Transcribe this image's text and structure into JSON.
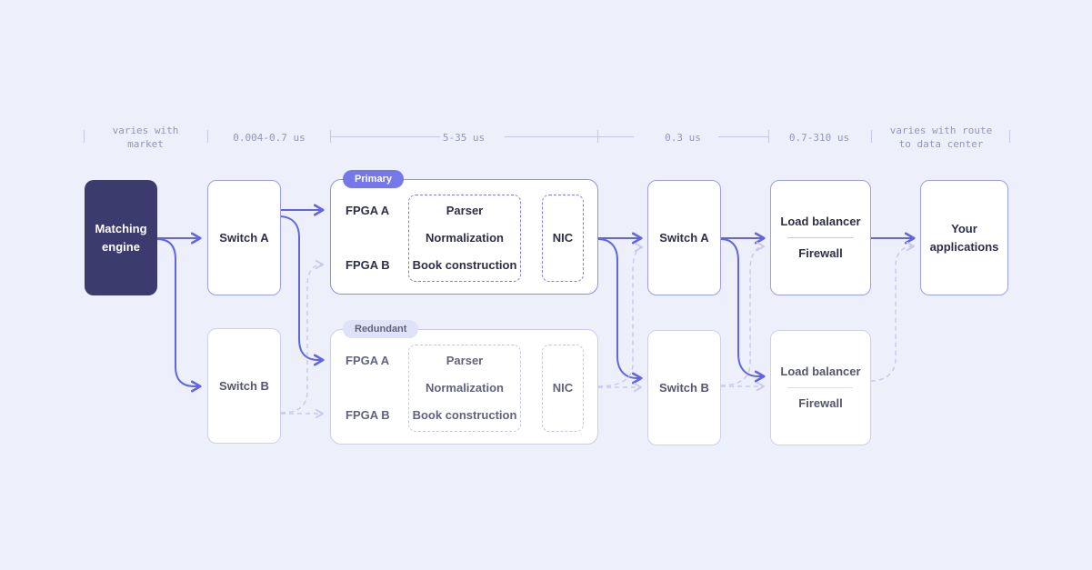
{
  "colors": {
    "background": "#edeffb",
    "accent": "#6165e0",
    "dark_node_bg": "#3c3b6e",
    "primary_border": "#8d8ff0",
    "muted_border": "#cbcce8",
    "dashed_connector": "#c9cae8",
    "badge_primary_bg": "#7678ea",
    "badge_redundant_bg": "#e0e2f7",
    "text_dark": "#2e2e47",
    "text_muted": "#62627f",
    "timeline_text": "#9496b6"
  },
  "timeline": {
    "market_latency": "varies with\nmarket",
    "exchange_hop": "0.004-0.7 us",
    "feed_handler_latency": "5-35 us",
    "switch_latency": "0.3 us",
    "load_balancer_latency": "0.7-310 us",
    "route_latency": "varies with route\nto data center"
  },
  "nodes": {
    "matching_engine": "Matching\nengine",
    "switch_a": "Switch A",
    "switch_b": "Switch B",
    "feed_handler": {
      "primary_badge": "Primary",
      "redundant_badge": "Redundant",
      "fpga_a": "FPGA A",
      "fpga_b": "FPGA B",
      "pipeline": [
        "Parser",
        "Normalization",
        "Book construction"
      ],
      "nic": "NIC"
    },
    "load_balancer": "Load balancer",
    "firewall": "Firewall",
    "your_applications": "Your\napplications"
  }
}
